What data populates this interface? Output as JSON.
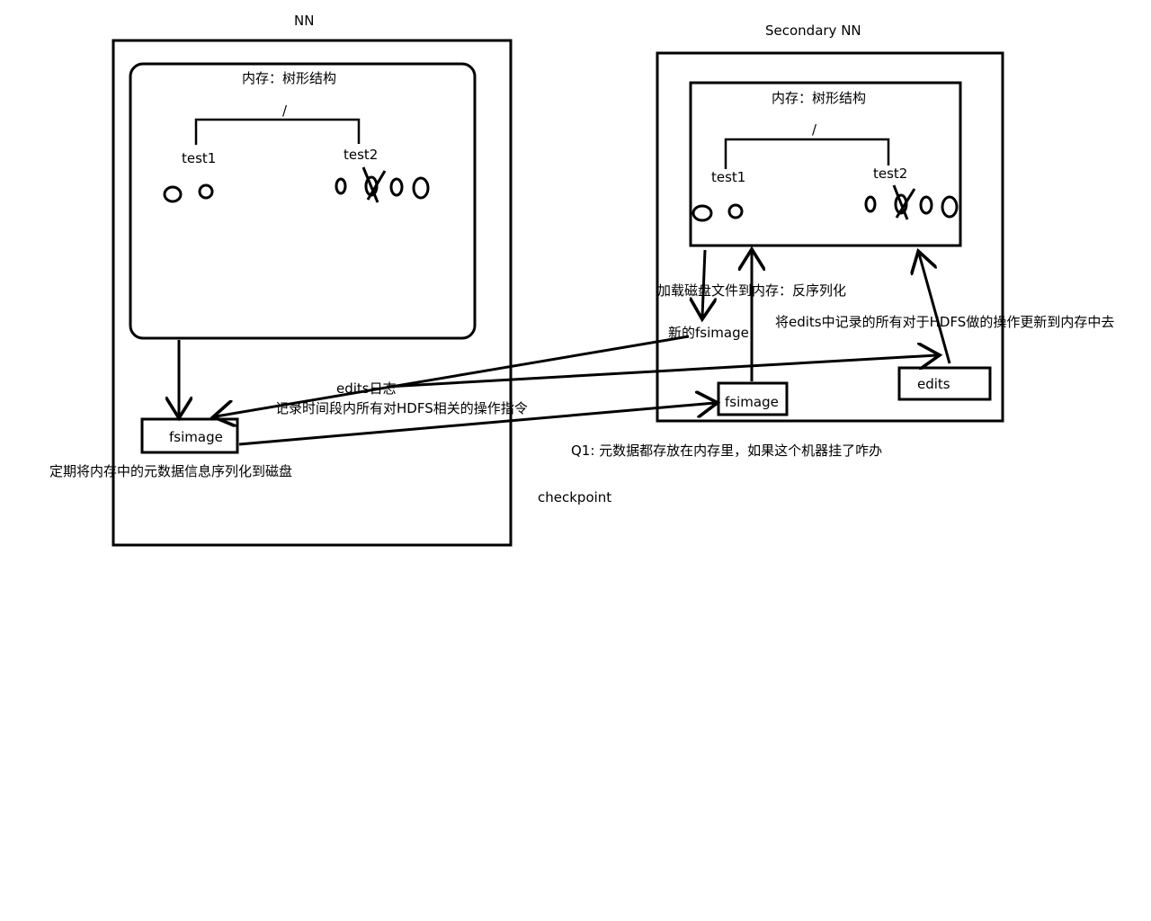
{
  "nn": {
    "title": "NN",
    "memory_label": "内存：树形结构",
    "root": "/",
    "node1": "test1",
    "node2": "test2",
    "fsimage": "fsimage",
    "serialize_note": "定期将内存中的元数据信息序列化到磁盘",
    "edits_title": "edits日志",
    "edits_desc": "记录时间段内所有对HDFS相关的操作指令"
  },
  "snn": {
    "title": "Secondary NN",
    "memory_label": "内存：树形结构",
    "root": "/",
    "node1": "test1",
    "node2": "test2",
    "load_note": "加载磁盘文件到内存：反序列化",
    "new_fsimage": "新的fsimage",
    "apply_note": "将edits中记录的所有对于HDFS做的操作更新到内存中去",
    "fsimage": "fsimage",
    "edits": "edits"
  },
  "question": "Q1: 元数据都存放在内存里，如果这个机器挂了咋办",
  "checkpoint": "checkpoint"
}
